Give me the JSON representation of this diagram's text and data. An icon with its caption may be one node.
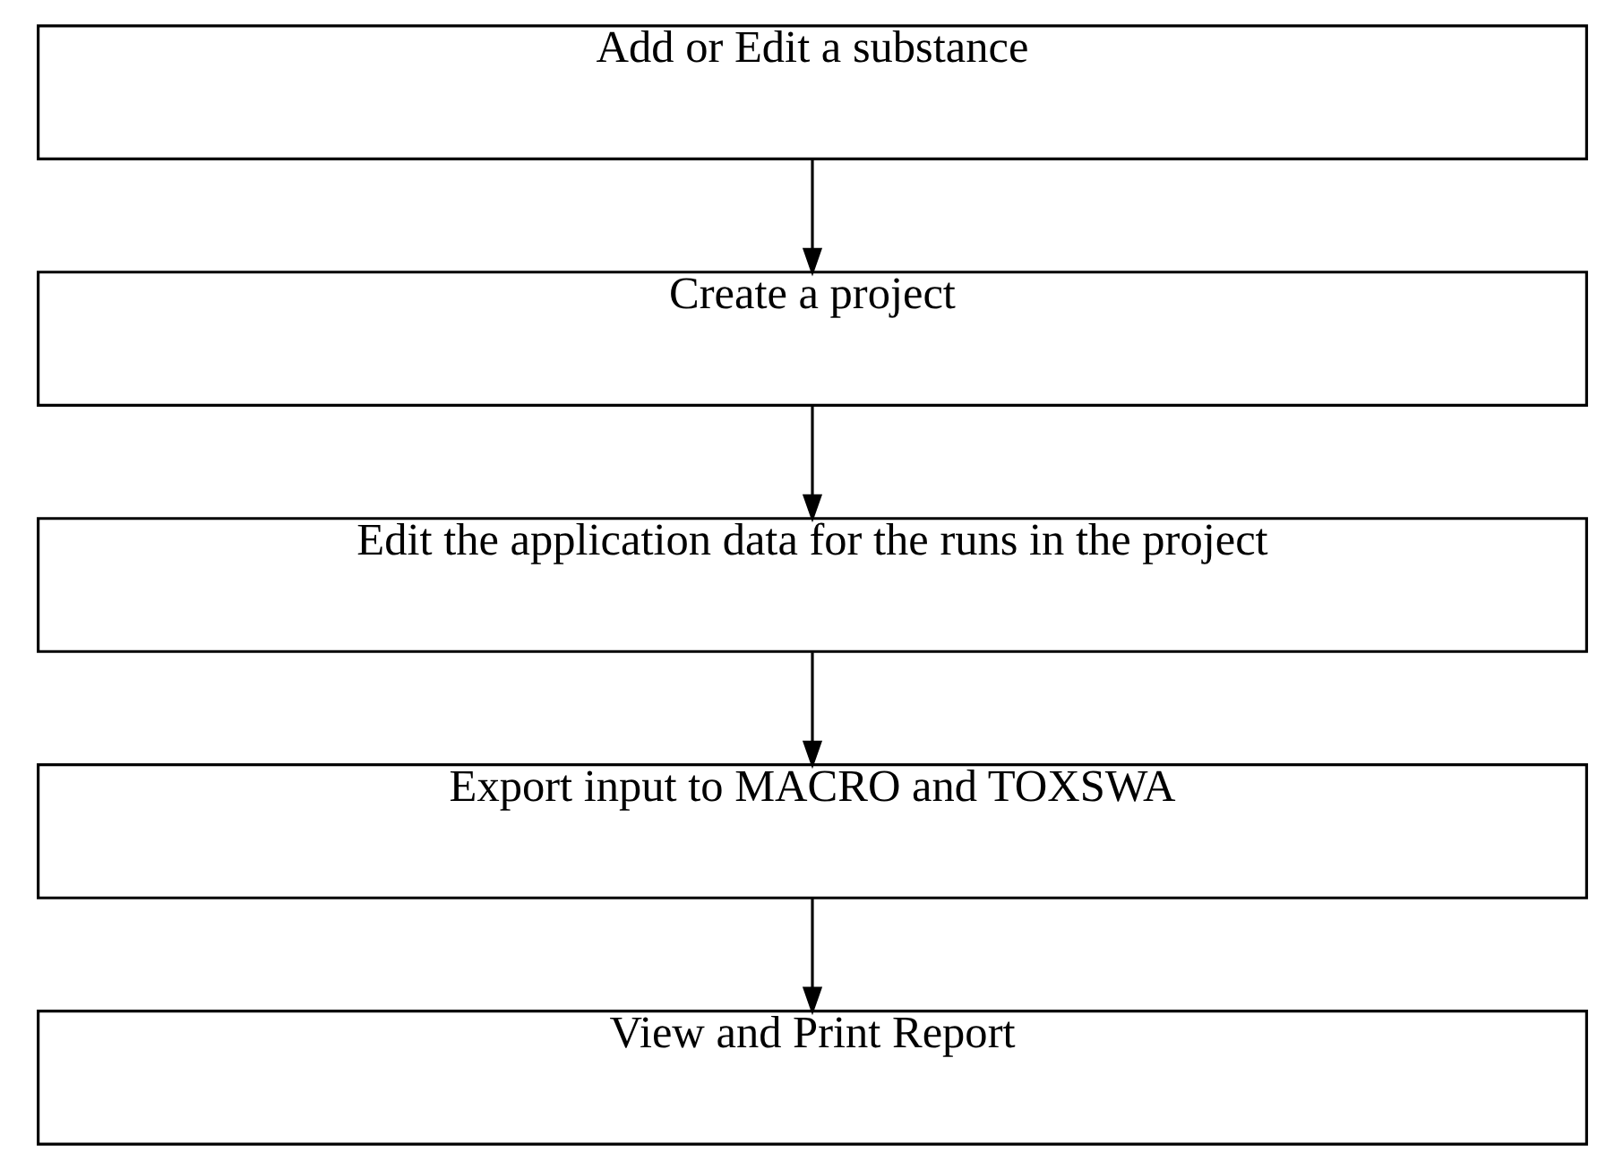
{
  "diagram": {
    "nodes": [
      {
        "text": [
          "Add or Edit a substance"
        ]
      },
      {
        "text": [
          "Create a project"
        ]
      },
      {
        "text": [
          "Edit the application data for the runs in the project"
        ]
      },
      {
        "text": [
          "Export input to MACRO and TOXSWA"
        ]
      },
      {
        "text": [
          "View and Print Report"
        ]
      }
    ],
    "edges": [
      {
        "from": 0,
        "to": 1,
        "arrow": "to"
      },
      {
        "from": 1,
        "to": 2,
        "arrow": "to"
      },
      {
        "from": 2,
        "to": 3,
        "arrow": "to"
      },
      {
        "from": 3,
        "to": 4,
        "arrow": "to"
      }
    ]
  }
}
